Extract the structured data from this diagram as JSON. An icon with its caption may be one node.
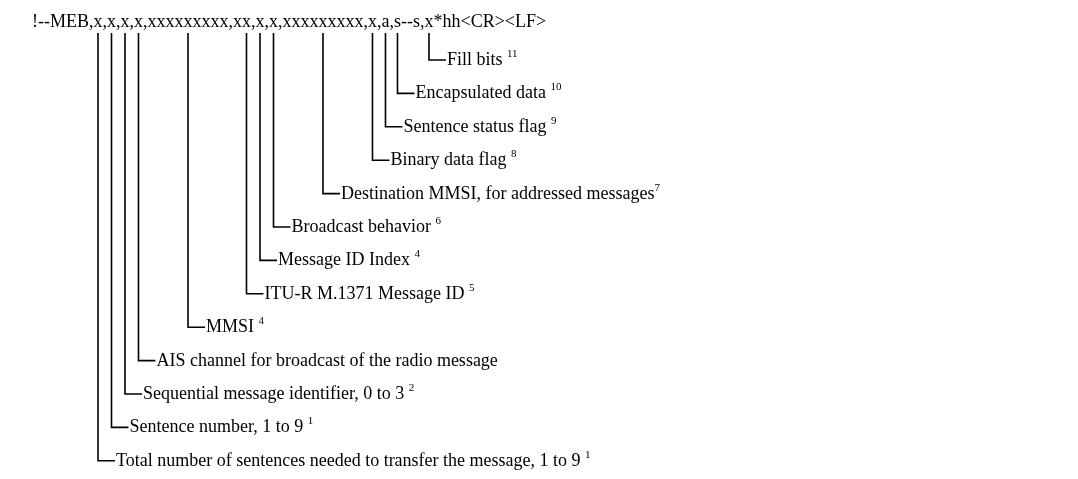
{
  "diagram": {
    "nodes": [
      {
        "text": [
          "!--MEB,x,x,x,x,xxxxxxxxx,xx,x,x,xxxxxxxxx,x,a,s--s,x*hh<CR><LF>"
        ]
      },
      {
        "text": [
          "Fill bits $^{11}$"
        ]
      },
      {
        "text": [
          "Encapsulated data $^{10}$"
        ]
      },
      {
        "text": [
          "Sentence status flag $^{9}$"
        ]
      },
      {
        "text": [
          "Binary data flag $^{8}$"
        ]
      },
      {
        "text": [
          "Destination MMSI, for addressed messages$^{7}$"
        ]
      },
      {
        "text": [
          "Broadcast behavior $^{6}$"
        ]
      },
      {
        "text": [
          "Message ID Index $^{4}$"
        ]
      },
      {
        "text": [
          "ITU-R M.1371 Message ID $^{5}$"
        ]
      },
      {
        "text": [
          "MMSI $^{4}$"
        ]
      },
      {
        "text": [
          "AIS channel for broadcast of the radio message"
        ]
      },
      {
        "text": [
          "Sequential message identifier, 0 to 3 $^{2}$"
        ]
      },
      {
        "text": [
          "Sentence number, 1 to 9 $^{1}$"
        ]
      },
      {
        "text": [
          "Total number of sentences needed to transfer the message, 1 to 9 $^{1}$"
        ]
      }
    ],
    "edges": [
      {
        "from": 1,
        "to": 0,
        "arrow": "none"
      },
      {
        "from": 2,
        "to": 0,
        "arrow": "none"
      },
      {
        "from": 3,
        "to": 0,
        "arrow": "none"
      },
      {
        "from": 4,
        "to": 0,
        "arrow": "none"
      },
      {
        "from": 5,
        "to": 0,
        "arrow": "none"
      },
      {
        "from": 6,
        "to": 0,
        "arrow": "none"
      },
      {
        "from": 7,
        "to": 0,
        "arrow": "none"
      },
      {
        "from": 8,
        "to": 0,
        "arrow": "none"
      },
      {
        "from": 9,
        "to": 0,
        "arrow": "none"
      },
      {
        "from": 10,
        "to": 0,
        "arrow": "none"
      },
      {
        "from": 11,
        "to": 0,
        "arrow": "none"
      },
      {
        "from": 12,
        "to": 0,
        "arrow": "none"
      },
      {
        "from": 13,
        "to": 0,
        "arrow": "none"
      }
    ]
  }
}
